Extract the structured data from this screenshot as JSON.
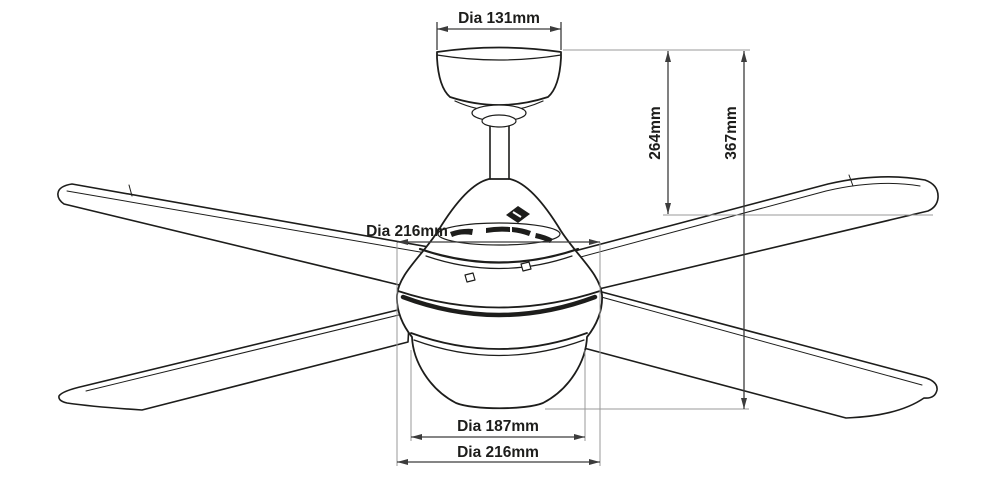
{
  "labels": {
    "canopy_diameter": "Dia 131mm",
    "drop_height": "264mm",
    "overall_height": "367mm",
    "body_diameter_upper": "Dia 216mm",
    "light_diameter": "Dia 187mm",
    "body_diameter_lower": "Dia 216mm"
  },
  "colors": {
    "line": "#1d1d1b",
    "dim": "#3c3c3c",
    "ref": "#9a9a9a",
    "bg": "#ffffff"
  }
}
